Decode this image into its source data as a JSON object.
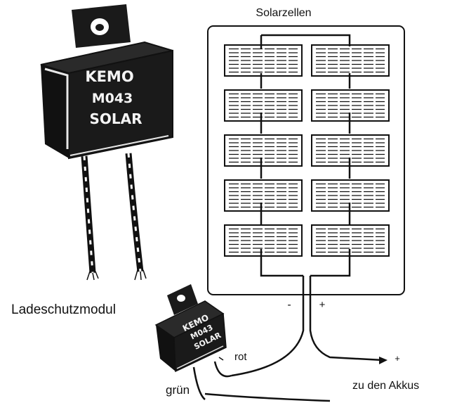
{
  "labels": {
    "solar_cells": "Solarzellen",
    "charge_module": "Ladeschutzmodul",
    "minus": "-",
    "plus": "+",
    "red": "rot",
    "green": "grün",
    "plus_out": "+",
    "to_batteries": "zu den Akkus"
  },
  "large_module": {
    "line1": "KEMO",
    "line2": "M043",
    "line3": "SOLAR"
  },
  "small_module": {
    "line1": "KEMO",
    "line2": "M043",
    "line3": "SOLAR"
  },
  "solar_panel": {
    "rows": 5,
    "columns": 2
  },
  "colors": {
    "ink": "#111111",
    "paper": "#ffffff",
    "module_body": "#1a1a1a"
  }
}
